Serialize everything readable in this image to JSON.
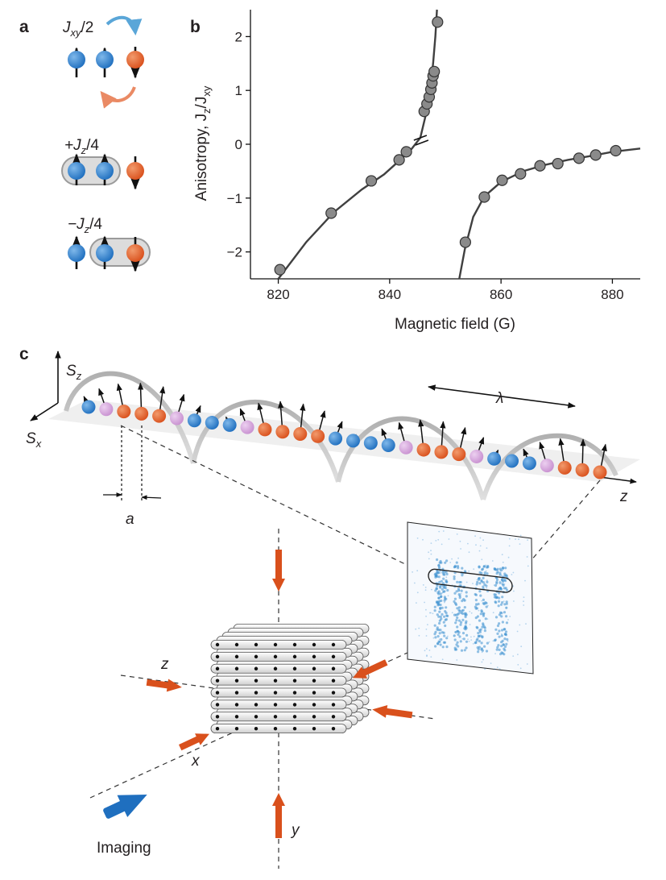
{
  "panel_a": {
    "letter": "a",
    "hop_label": "J",
    "hop_sub": "xy",
    "hop_tail": "/2",
    "zz_plus_label": "+J",
    "zz_plus_sub": "z",
    "zz_plus_tail": "/4",
    "zz_minus_label": "−J",
    "zz_minus_sub": "z",
    "zz_minus_tail": "/4"
  },
  "panel_c": {
    "letter": "c",
    "sz_main": "S",
    "sz_sub": "z",
    "sx_main": "S",
    "sx_sub": "x",
    "lambda": "λ",
    "lattice_const": "a",
    "z_label": "z",
    "z_axis_label": "z",
    "x_axis_label": "x",
    "y_axis_label": "y",
    "imaging_label": "Imaging"
  },
  "colors": {
    "spin_blue": "#1f6fbf",
    "spin_orange": "#d9501c",
    "spin_pink": "#c890d0",
    "curve": "#404040",
    "marker": "#8a8a8a",
    "hop_arrow_blue": "#5aa6d8",
    "hop_arrow_orange": "#ea8a64",
    "beam": "#d9501c",
    "imaging_beam": "#1f6fbf",
    "atoms_blue": "#3a8fd0"
  },
  "chart_data": {
    "type": "scatter",
    "panel": "b",
    "title": "",
    "xlabel": "Magnetic field (G)",
    "ylabel_main": "Anisotropy, J",
    "ylabel_sub1": "z",
    "ylabel_mid": "/J",
    "ylabel_sub2": "xy",
    "xlim": [
      815,
      885
    ],
    "ylim": [
      -2.5,
      2.5
    ],
    "xticks": [
      820,
      840,
      860,
      880
    ],
    "yticks": [
      2,
      1,
      0,
      -1,
      -2
    ],
    "ytick_labels": [
      "2",
      "1",
      "0",
      "−1",
      "−2"
    ],
    "grid": false,
    "series": [
      {
        "points": [
          [
            820.3,
            -2.33
          ],
          [
            829.5,
            -1.28
          ],
          [
            836.7,
            -0.68
          ],
          [
            841.7,
            -0.29
          ],
          [
            843.0,
            -0.14
          ],
          [
            846.2,
            0.61
          ],
          [
            846.7,
            0.75
          ],
          [
            847.1,
            0.88
          ],
          [
            847.4,
            1.02
          ],
          [
            847.6,
            1.14
          ],
          [
            847.8,
            1.27
          ],
          [
            848.0,
            1.35
          ],
          [
            848.6,
            2.27
          ]
        ],
        "curve": [
          [
            820.0,
            -2.5
          ],
          [
            825.0,
            -1.82
          ],
          [
            830.0,
            -1.26
          ],
          [
            835.0,
            -0.84
          ],
          [
            839.0,
            -0.56
          ],
          [
            842.0,
            -0.28
          ],
          [
            844.0,
            -0.08
          ],
          [
            845.5,
            0.12
          ],
          [
            846.5,
            0.55
          ],
          [
            847.2,
            0.95
          ],
          [
            847.8,
            1.5
          ],
          [
            848.2,
            2.0
          ],
          [
            848.5,
            2.5
          ]
        ]
      },
      {
        "points": [
          [
            853.6,
            -1.82
          ],
          [
            857.0,
            -0.98
          ],
          [
            860.2,
            -0.67
          ],
          [
            863.5,
            -0.55
          ],
          [
            867.0,
            -0.4
          ],
          [
            870.2,
            -0.36
          ],
          [
            874.0,
            -0.26
          ],
          [
            877.0,
            -0.2
          ],
          [
            880.6,
            -0.12
          ]
        ],
        "curve": [
          [
            852.5,
            -2.5
          ],
          [
            853.5,
            -1.95
          ],
          [
            855.0,
            -1.35
          ],
          [
            857.0,
            -0.97
          ],
          [
            860.0,
            -0.7
          ],
          [
            864.0,
            -0.5
          ],
          [
            868.0,
            -0.38
          ],
          [
            872.0,
            -0.29
          ],
          [
            876.0,
            -0.22
          ],
          [
            880.0,
            -0.14
          ],
          [
            885.0,
            -0.08
          ]
        ]
      }
    ]
  }
}
